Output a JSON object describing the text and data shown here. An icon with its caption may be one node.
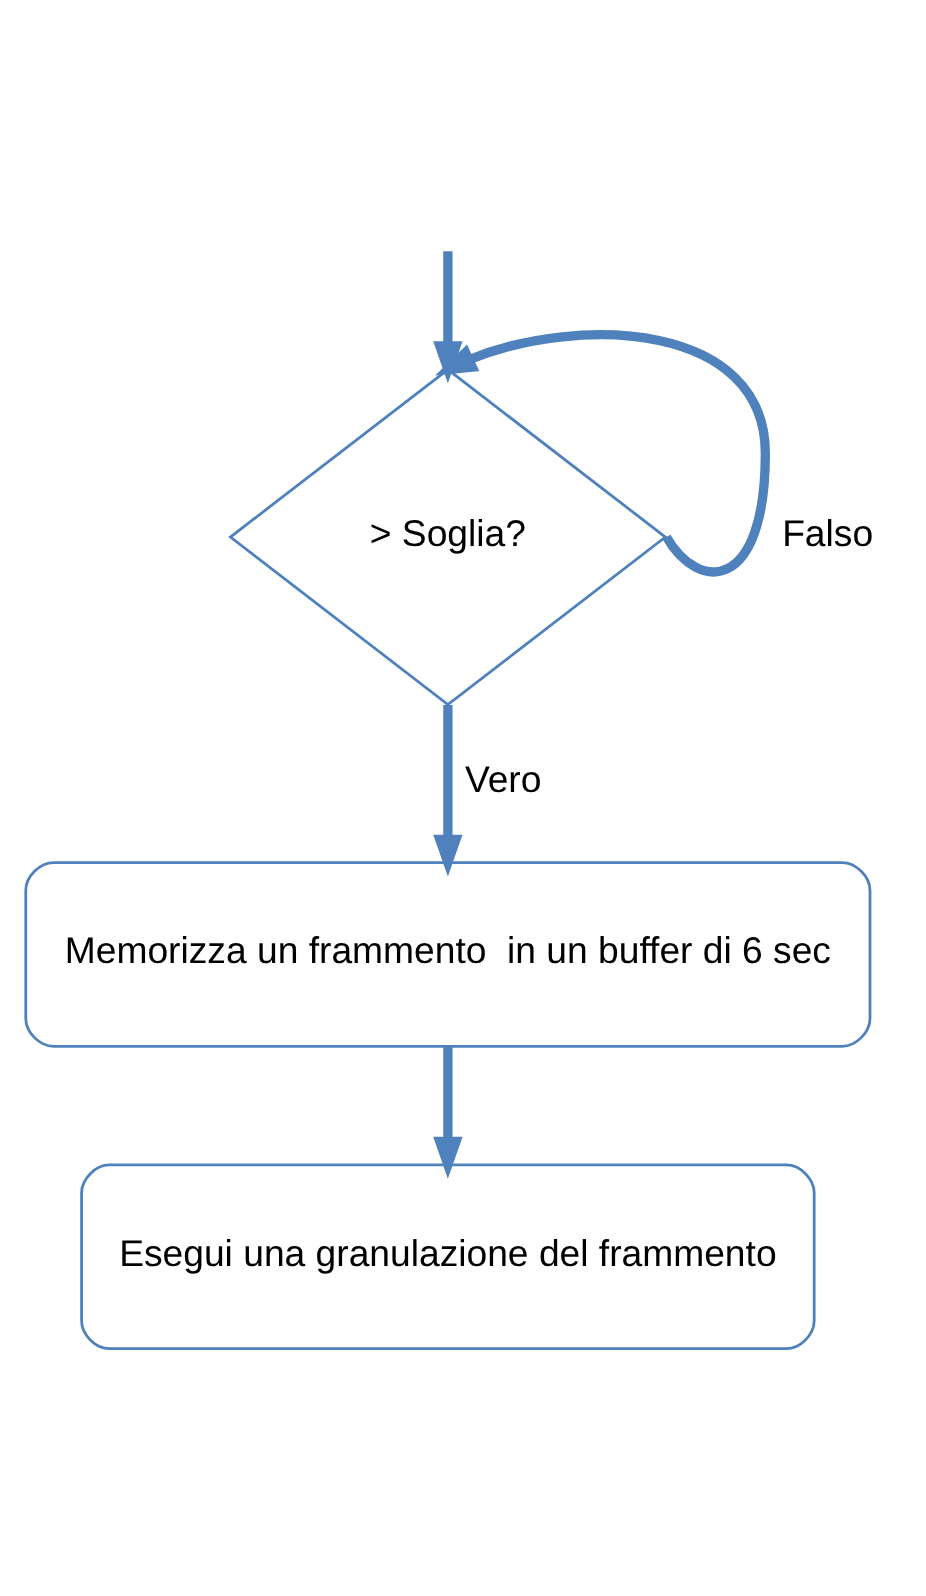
{
  "diagram": {
    "nodes": [
      {
        "text": [
          "> Soglia?"
        ]
      },
      {
        "text": [
          "Memorizza un frammento  in un buffer di 6 sec"
        ]
      },
      {
        "text": [
          "Esegui una granulazione del frammento"
        ]
      }
    ],
    "edges": [
      {
        "from": null,
        "to": 0,
        "arrow": "to"
      },
      {
        "from": 0,
        "to": 0,
        "arrow": "to",
        "label": "Falso"
      },
      {
        "from": 0,
        "to": 1,
        "arrow": "to",
        "label": "Vero"
      },
      {
        "from": 1,
        "to": 2,
        "arrow": "to"
      }
    ]
  }
}
